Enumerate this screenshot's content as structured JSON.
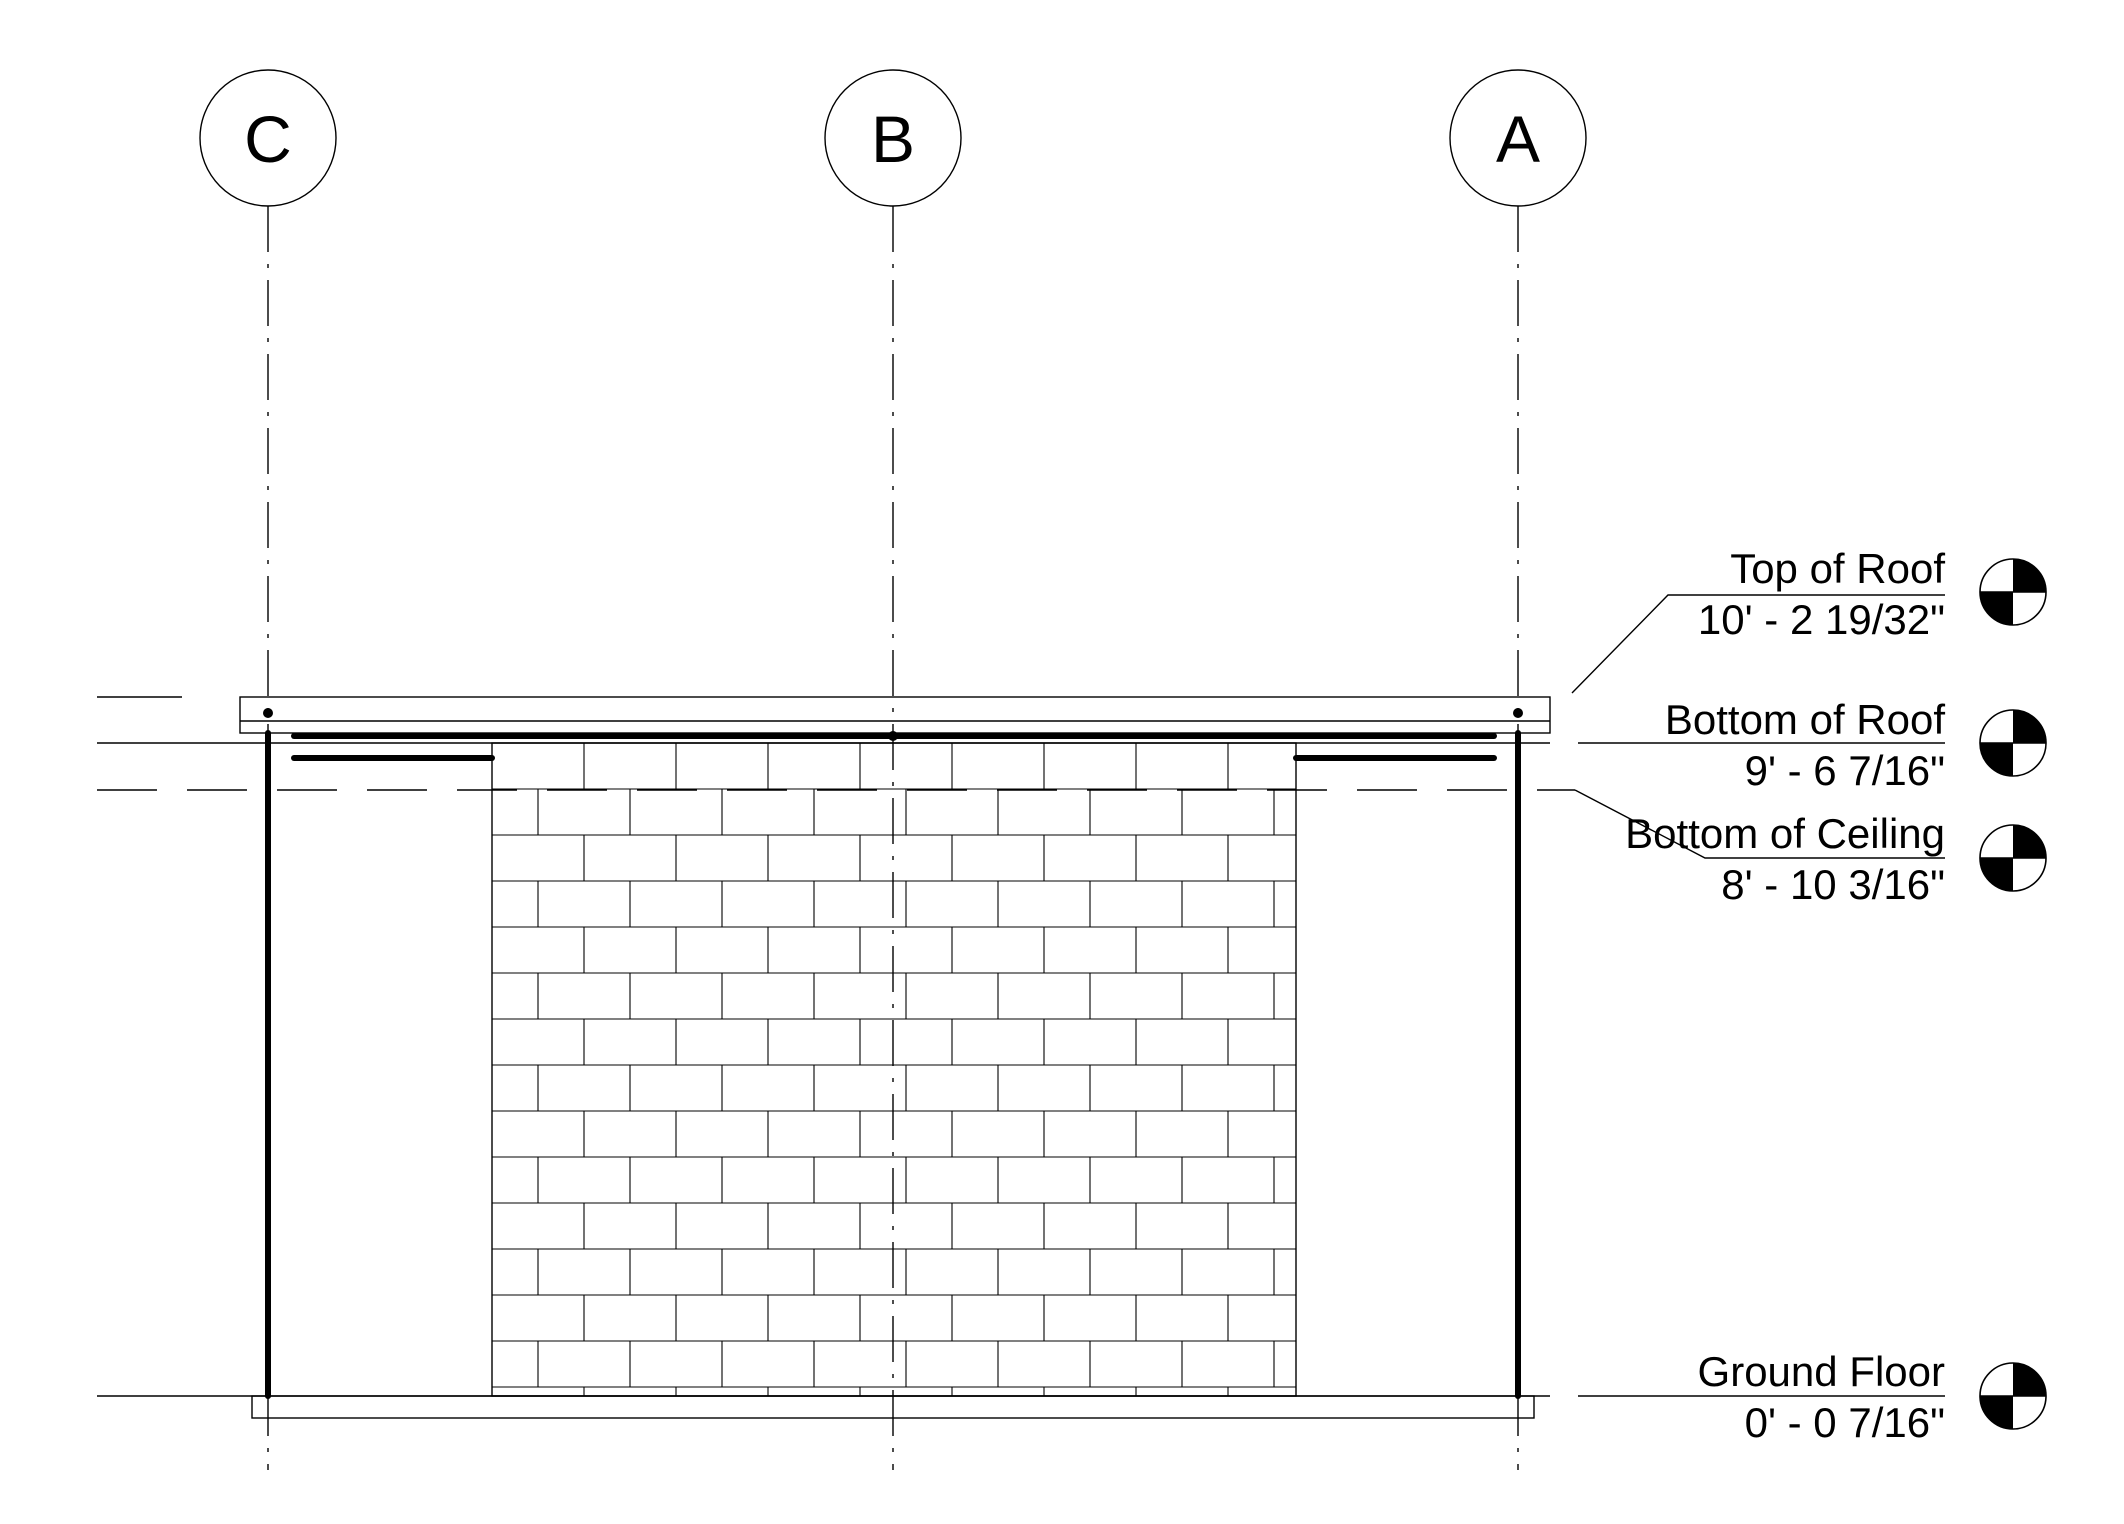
{
  "grid_lines": [
    {
      "label": "C"
    },
    {
      "label": "B"
    },
    {
      "label": "A"
    }
  ],
  "levels": [
    {
      "name": "Top of Roof",
      "elevation": "10' - 2 19/32\""
    },
    {
      "name": "Bottom of Roof",
      "elevation": "9' - 6 7/16\""
    },
    {
      "name": "Bottom of Ceiling",
      "elevation": "8' - 10 3/16\""
    },
    {
      "name": "Ground Floor",
      "elevation": "0' - 0 7/16\""
    }
  ]
}
